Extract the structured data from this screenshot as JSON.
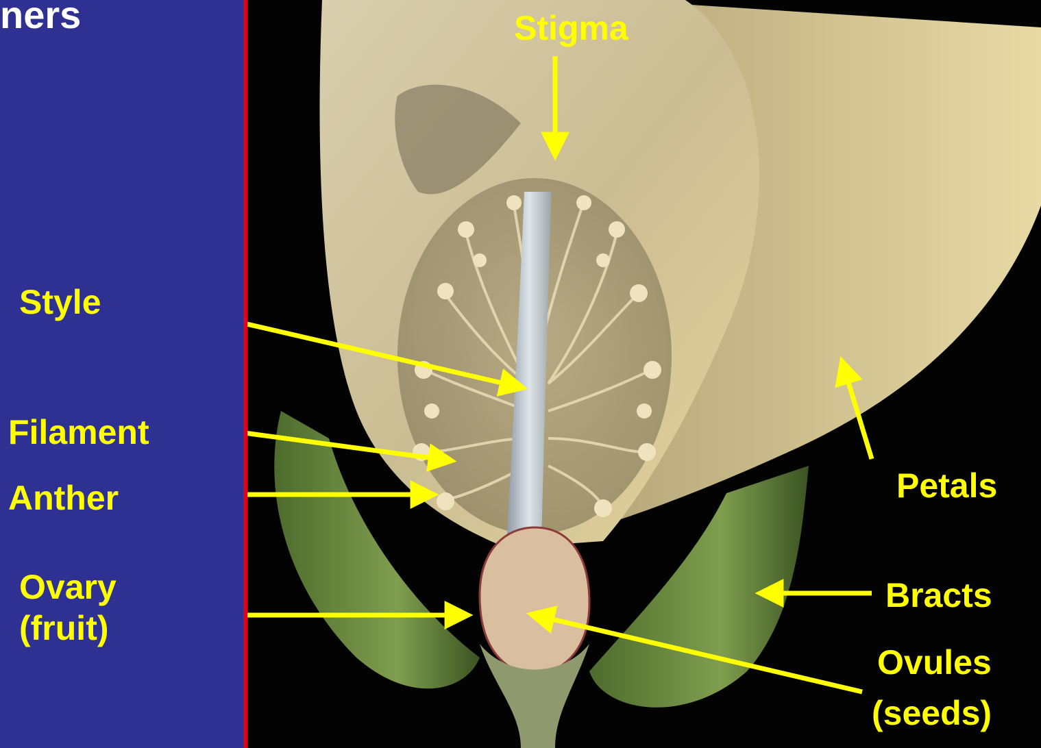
{
  "title_fragment": "ners",
  "labels": {
    "stigma": "Stigma",
    "style": "Style",
    "filament": "Filament",
    "anther": "Anther",
    "ovary_line1": "Ovary",
    "ovary_line2": "(fruit)",
    "petals": "Petals",
    "bracts": "Bracts",
    "ovules_line1": "Ovules",
    "ovules_line2": "(seeds)"
  },
  "colors": {
    "panel_background": "#2e3192",
    "divider": "#e2001a",
    "label_text": "#ffff00",
    "arrow": "#ffff00",
    "title_text": "#ffffff",
    "photo_background": "#030303"
  }
}
